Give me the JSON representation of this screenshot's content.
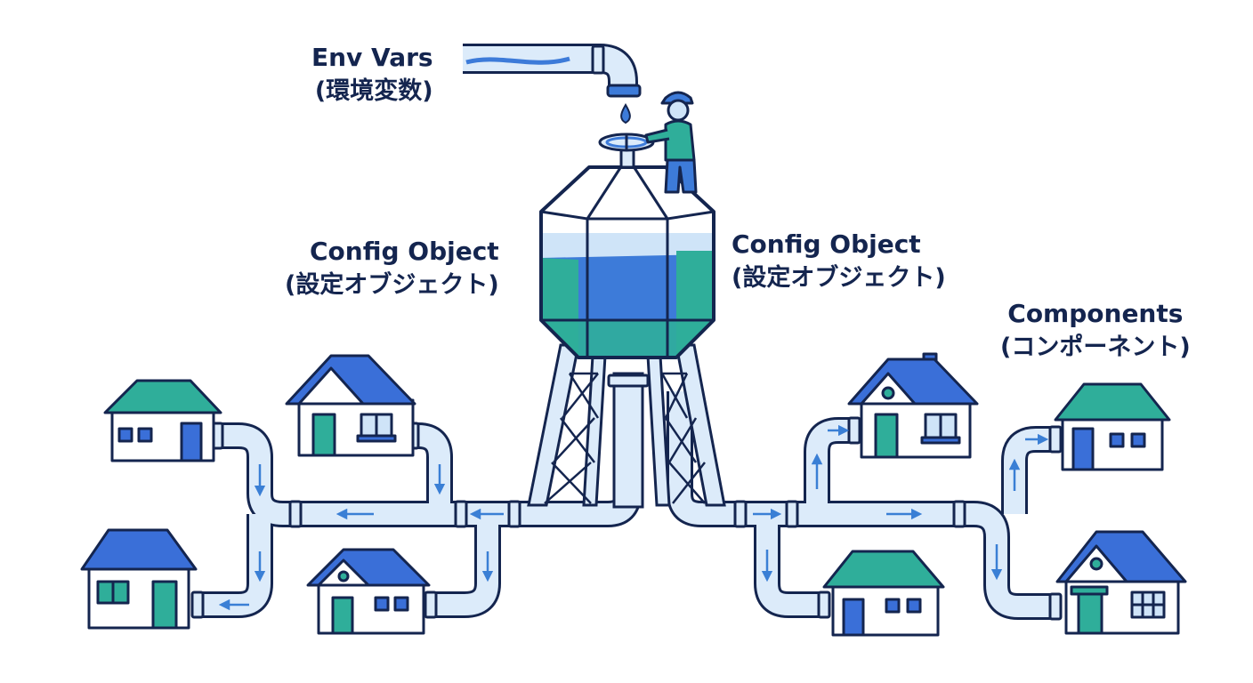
{
  "labels": {
    "env_vars": {
      "line1": "Env Vars",
      "line2": "(環境変数)"
    },
    "config_left": {
      "line1": "Config Object",
      "line2": "(設定オブジェクト)"
    },
    "config_right": {
      "line1": "Config Object",
      "line2": "(設定オブジェクト)"
    },
    "components": {
      "line1": "Components",
      "line2": "(コンポーネント)"
    }
  },
  "colors": {
    "outline": "#14254f",
    "pipe_fill": "#dcebfa",
    "water_blue": "#3d7bd9",
    "water_light": "#cfe4f8",
    "teal": "#2fae9a",
    "roof_blue": "#3a6fd8",
    "roof_teal": "#2fae9a",
    "arrow": "#3a7fd5"
  },
  "icons": [
    "water-tower-icon",
    "worker-icon",
    "valve-wheel-icon",
    "water-drop-icon",
    "faucet-pipe-icon",
    "house-icon",
    "flow-arrow-icon"
  ]
}
